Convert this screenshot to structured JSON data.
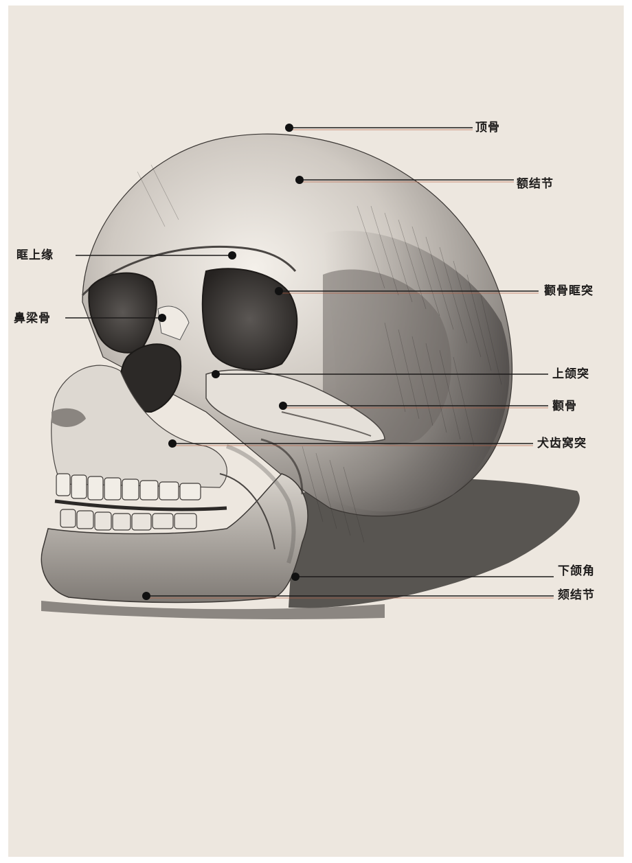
{
  "labels": {
    "dingu": "顶骨",
    "eshijie": "额结节",
    "kuangshangyuan": "眶上缘",
    "bilianggu": "鼻梁骨",
    "niegukuangtu": "颧骨眶突",
    "shanghetu": "上颌突",
    "quangu": "颧骨",
    "shangyachaotu": "犬齿窝突",
    "xiahejiao": "下颌角",
    "kejiejie": "颏结节"
  },
  "colors": {
    "paper": "#ede7df",
    "ink": "#1d1b1a",
    "leader_accent": "#b85a3a"
  }
}
